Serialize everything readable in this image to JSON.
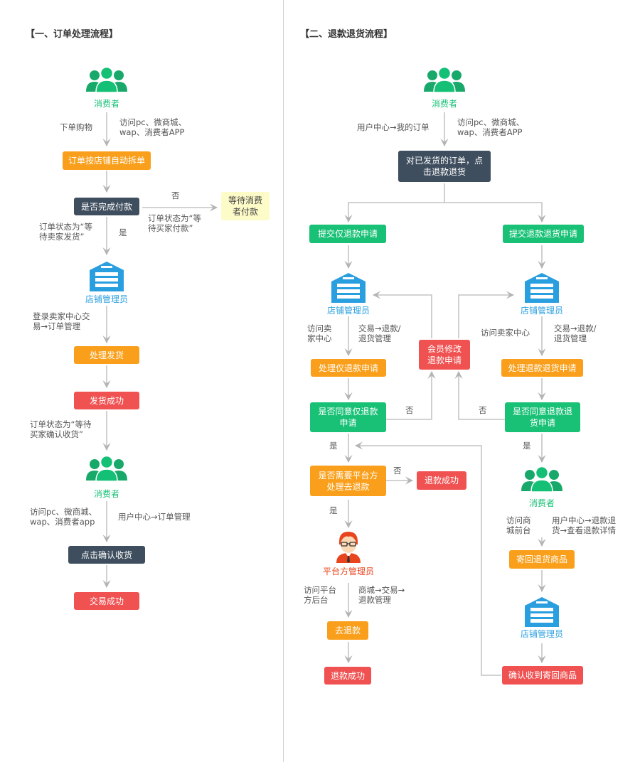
{
  "left": {
    "title": "【一、订单处理流程】",
    "consumer1": "消费者",
    "note_buy": "下单购物",
    "note_visit1": "访问pc、微商城、\nwap、消费者APP",
    "split": "订单按店铺自动拆单",
    "paid": "是否完成付款",
    "no": "否",
    "yes": "是",
    "wait_pay": "等待消费\n者付款",
    "status_wait_pay": "订单状态为“等\n待买家付款”",
    "status_wait_ship": "订单状态为“等\n待卖家发货”",
    "store_admin": "店铺管理员",
    "note_login": "登录卖家中心交\n易→订单管理",
    "ship": "处理发货",
    "ship_ok": "发货成功",
    "status_wait_confirm": "订单状态为“等待\n买家确认收货”",
    "consumer2": "消费者",
    "note_visit2": "访问pc、微商城、\nwap、消费者app",
    "note_user_center": "用户中心→订单管理",
    "confirm": "点击确认收货",
    "done": "交易成功"
  },
  "right": {
    "title": "【二、退款退货流程】",
    "consumer": "消费者",
    "note_user": "用户中心→我的订单",
    "note_visit": "访问pc、微商城、\nwap、消费者APP",
    "shipped_order": "对已发货的订单，点\n击退款退货",
    "refund_only": "提交仅退款申请",
    "refund_return": "提交退款退货申请",
    "store_admin_a": "店铺管理员",
    "store_admin_b": "店铺管理员",
    "note_visit_seller_a": "访问卖\n家中心",
    "note_trade_a": "交易→退款/\n退货管理",
    "note_visit_seller_b": "访问卖家中心",
    "note_trade_b": "交易→退款/\n退货管理",
    "member_modify": "会员修改\n退款申请",
    "handle_refund_only": "处理仅退款申请",
    "handle_refund_return": "处理退款退货申请",
    "agree_refund_only": "是否同意仅退款\n申请",
    "agree_refund_return": "是否同意退款退\n货申请",
    "no_a": "否",
    "no_b": "否",
    "yes_a": "是",
    "yes_b": "是",
    "need_platform": "是否需要平台方\n处理去退款",
    "no_c": "否",
    "refund_ok_a": "退款成功",
    "yes_c": "是",
    "platform_admin": "平台方管理员",
    "note_visit_platform": "访问平台\n方后台",
    "note_mall_trade": "商城→交易→\n退款管理",
    "go_refund": "去退款",
    "refund_ok_b": "退款成功",
    "consumer_b": "消费者",
    "note_visit_mall": "访问商\n城前台",
    "note_user_refund": "用户中心→退款退\n货→查看退款详情",
    "send_back": "寄回退货商品",
    "store_admin_c": "店铺管理员",
    "confirm_received": "确认收到寄回商品"
  },
  "colors": {
    "orange": "#f99f1b",
    "red": "#f05151",
    "dark": "#3f4e5e",
    "green": "#18c176",
    "yellow": "#fdfbc7",
    "consumer_icon": "#18a86a",
    "store_icon": "#2a9fe0",
    "platform_icon": "#e8451e"
  }
}
